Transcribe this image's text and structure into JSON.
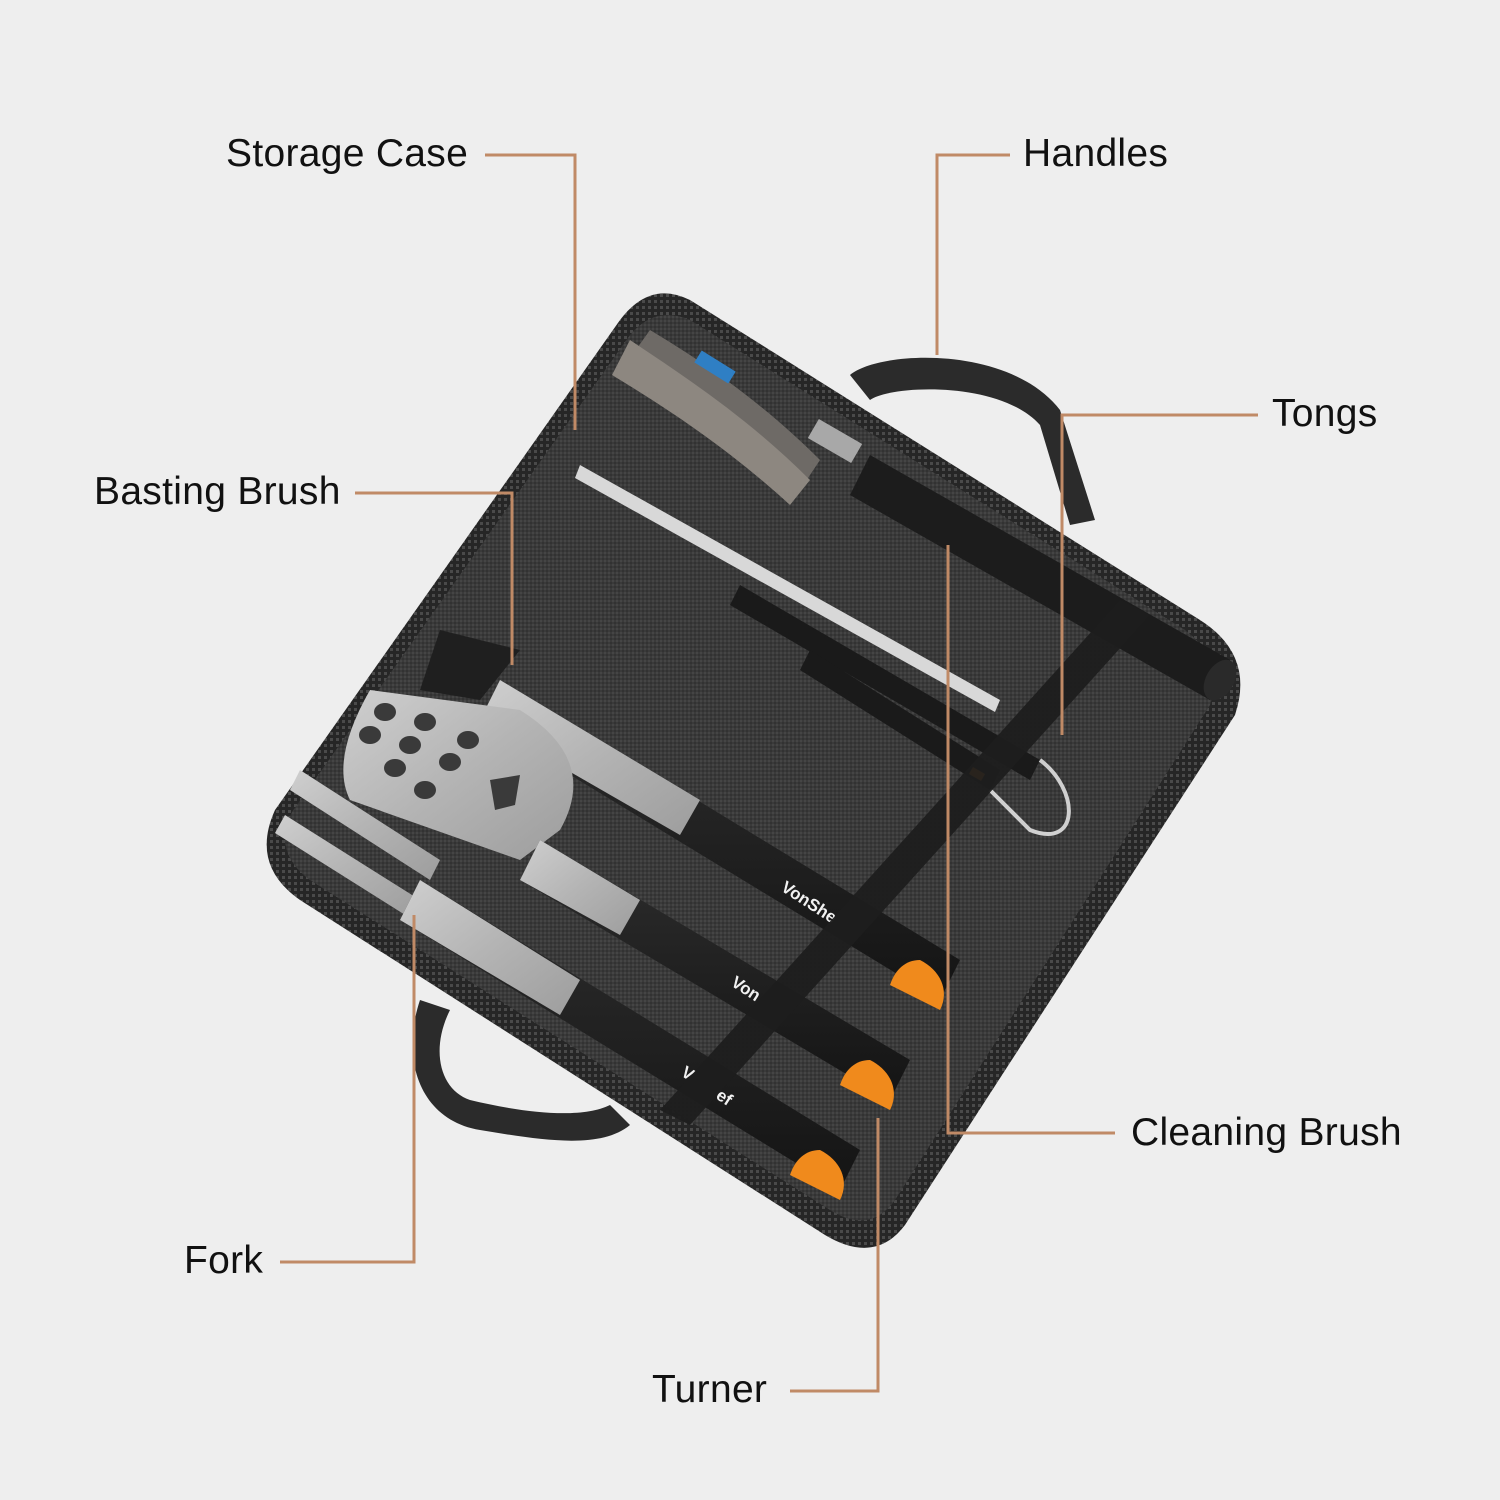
{
  "figure": {
    "background_color": "#eeeeee",
    "leader_line_color": "#c08a66",
    "label_color": "#111111"
  },
  "product": {
    "brand_text_on_handles": [
      "VonShe",
      "Von",
      "V",
      "ef"
    ],
    "accent_color": "#f08a1c",
    "case_color": "#2a2a2a",
    "brush_band_color": "#2f7fc4"
  },
  "callouts": [
    {
      "id": "storage-case",
      "label": "Storage Case",
      "side": "left"
    },
    {
      "id": "handles",
      "label": "Handles",
      "side": "right"
    },
    {
      "id": "tongs",
      "label": "Tongs",
      "side": "right"
    },
    {
      "id": "basting-brush",
      "label": "Basting Brush",
      "side": "left"
    },
    {
      "id": "cleaning-brush",
      "label": "Cleaning Brush",
      "side": "right"
    },
    {
      "id": "fork",
      "label": "Fork",
      "side": "left"
    },
    {
      "id": "turner",
      "label": "Turner",
      "side": "bottom"
    }
  ]
}
